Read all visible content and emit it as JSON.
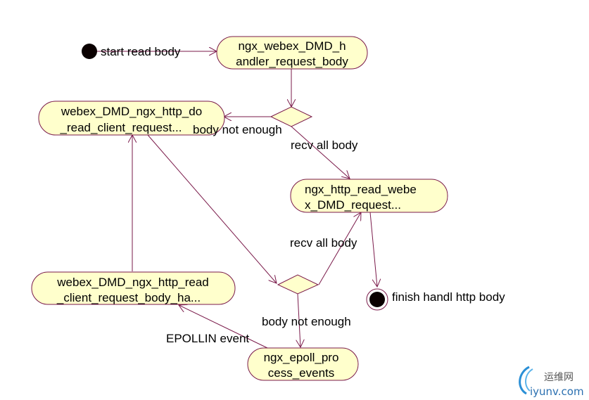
{
  "diagram": {
    "type": "activity-diagram",
    "colors": {
      "node_fill": "#ffffcc",
      "edge_stroke": "#7a1a4a",
      "text": "#000000",
      "start_fill": "#0a0000"
    },
    "start": {
      "label": "start read body"
    },
    "end": {
      "label": "finish handl http body"
    },
    "activities": {
      "handler": {
        "line1": "ngx_webex_DMD_h",
        "line2": "andler_request_body"
      },
      "do_read": {
        "line1": "webex_DMD_ngx_http_do",
        "line2": "_read_client_request..."
      },
      "read_webex": {
        "line1": "ngx_http_read_webe",
        "line2": "x_DMD_request..."
      },
      "read_handler": {
        "line1": "webex_DMD_ngx_http_read",
        "line2": "_client_request_body_ha..."
      },
      "epoll": {
        "line1": "ngx_epoll_pro",
        "line2": "cess_events"
      }
    },
    "edge_labels": {
      "d1_not_enough": "body not enough",
      "d1_recv_all": "recv all body",
      "d2_recv_all": "recv all body",
      "d2_not_enough": "body not enough",
      "epollin": "EPOLLIN event"
    }
  },
  "watermark": {
    "cn": "运维网",
    "en": "iyunv.com"
  }
}
